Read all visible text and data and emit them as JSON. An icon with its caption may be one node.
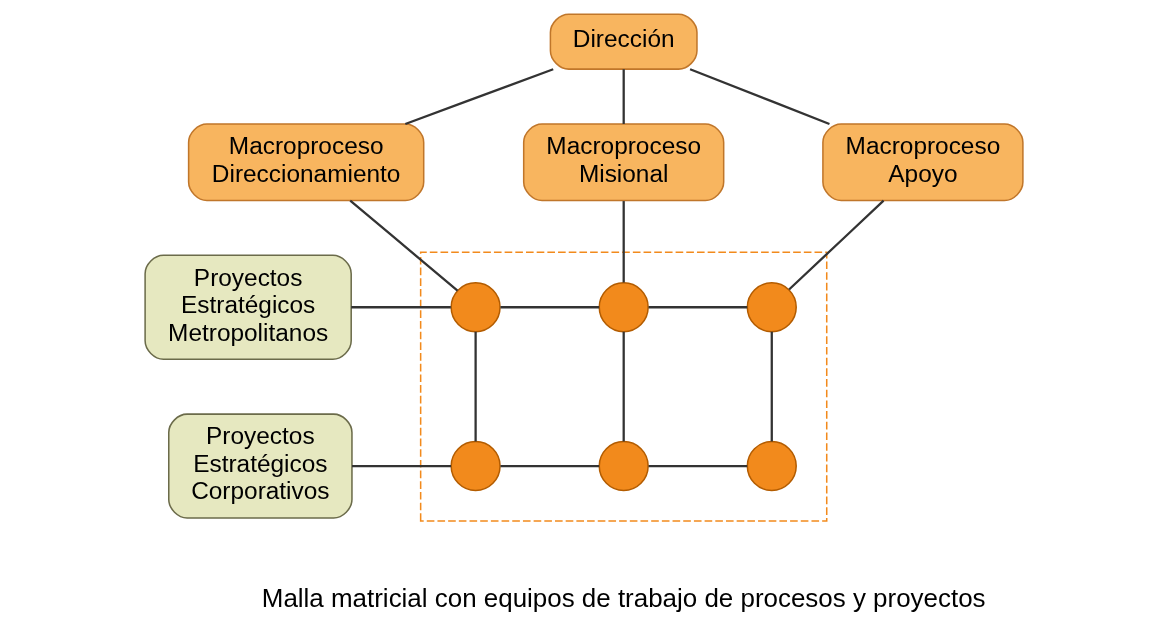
{
  "diagram": {
    "nodes": [
      {
        "text": [
          "Dirección"
        ]
      },
      {
        "text": [
          "Macroproceso Direccionamiento"
        ]
      },
      {
        "text": [
          "Macroproceso Misional"
        ]
      },
      {
        "text": [
          "Macroproceso Apoyo"
        ]
      },
      {
        "text": [
          "Proyectos Estratégicos Metropolitanos"
        ]
      },
      {
        "text": [
          "Proyectos Estratégicos Corporativos"
        ]
      },
      {
        "text": [],
        "shape": "box"
      },
      {
        "text": [],
        "shape": "circle",
        "in": 6
      },
      {
        "text": [],
        "shape": "circle",
        "in": 6
      },
      {
        "text": [],
        "shape": "circle",
        "in": 6
      },
      {
        "text": [],
        "shape": "circle",
        "in": 6
      },
      {
        "text": [],
        "shape": "circle",
        "in": 6
      },
      {
        "text": [],
        "shape": "circle",
        "in": 6
      }
    ],
    "edges": [
      {
        "from": 0,
        "to": 1,
        "arrow": "none"
      },
      {
        "from": 0,
        "to": 2,
        "arrow": "none"
      },
      {
        "from": 0,
        "to": 3,
        "arrow": "none"
      },
      {
        "from": 1,
        "to": 7,
        "arrow": "none"
      },
      {
        "from": 2,
        "to": 8,
        "arrow": "none"
      },
      {
        "from": 3,
        "to": 9,
        "arrow": "none"
      },
      {
        "from": 4,
        "to": 7,
        "arrow": "none"
      },
      {
        "from": 7,
        "to": 8,
        "arrow": "none"
      },
      {
        "from": 8,
        "to": 9,
        "arrow": "none"
      },
      {
        "from": 7,
        "to": 10,
        "arrow": "none"
      },
      {
        "from": 8,
        "to": 11,
        "arrow": "none"
      },
      {
        "from": 9,
        "to": 12,
        "arrow": "none"
      },
      {
        "from": 5,
        "to": 10,
        "arrow": "none"
      },
      {
        "from": 10,
        "to": 11,
        "arrow": "none"
      },
      {
        "from": 11,
        "to": 12,
        "arrow": "none"
      }
    ],
    "labels": [
      "Malla matricial con equipos de trabajo de procesos y proyectos"
    ]
  }
}
